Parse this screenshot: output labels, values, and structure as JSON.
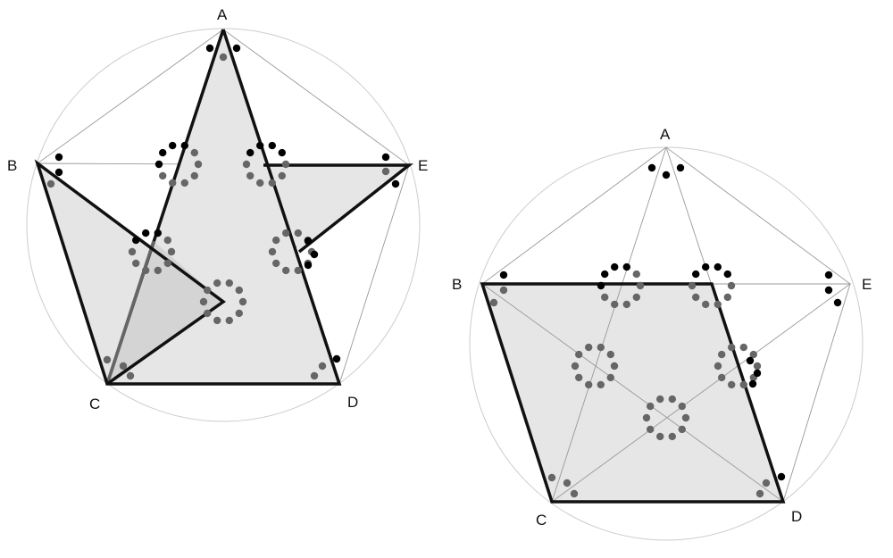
{
  "figures": [
    {
      "name": "pentagram-figure",
      "labels": {
        "A": "A",
        "B": "B",
        "C": "C",
        "D": "D",
        "E": "E"
      }
    },
    {
      "name": "parallelogram-figure",
      "labels": {
        "A": "A",
        "B": "B",
        "C": "C",
        "D": "D",
        "E": "E"
      }
    }
  ],
  "colors": {
    "fill": "#e6e6e6",
    "overlap": "#d6d6d6",
    "dot_dark": "#000000",
    "dot_gray": "#666666"
  }
}
